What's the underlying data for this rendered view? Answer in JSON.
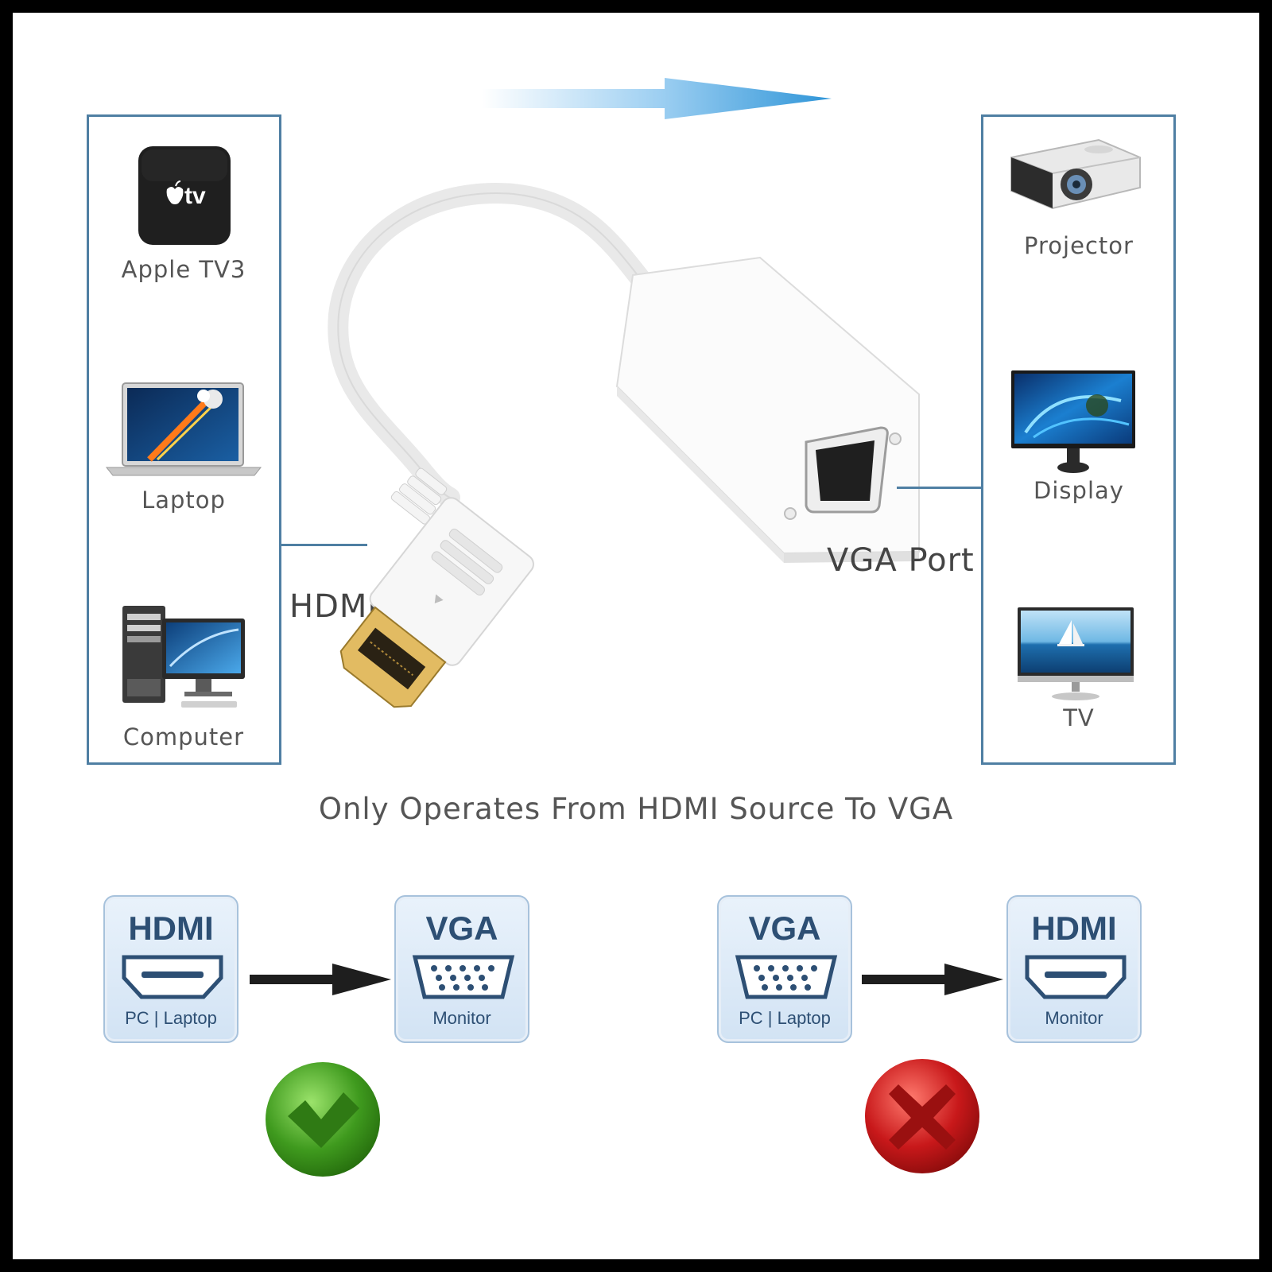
{
  "left_panel": {
    "devices": [
      {
        "label": "Apple TV3",
        "icon": "apple-tv-icon"
      },
      {
        "label": "Laptop",
        "icon": "laptop-icon"
      },
      {
        "label": "Computer",
        "icon": "desktop-computer-icon"
      }
    ],
    "apple_tv_text": "tv"
  },
  "right_panel": {
    "devices": [
      {
        "label": "Projector",
        "icon": "projector-icon"
      },
      {
        "label": "Display",
        "icon": "display-icon"
      },
      {
        "label": "TV",
        "icon": "tv-icon"
      }
    ]
  },
  "ports": {
    "hdmi": "HDMI Port",
    "vga": "VGA Port"
  },
  "caption": "Only Operates From HDMI Source To VGA",
  "compatibility": {
    "supported": {
      "from": {
        "title": "HDMI",
        "sub": "PC | Laptop"
      },
      "to": {
        "title": "VGA",
        "sub": "Monitor"
      },
      "result_icon": "green-check-icon"
    },
    "unsupported": {
      "from": {
        "title": "VGA",
        "sub": "PC | Laptop"
      },
      "to": {
        "title": "HDMI",
        "sub": "Monitor"
      },
      "result_icon": "red-cross-icon"
    }
  },
  "colors": {
    "panel_border": "#4f7fa3",
    "card_text": "#2d4f74",
    "ok": "#3f9a1e",
    "bad": "#c8181a"
  }
}
